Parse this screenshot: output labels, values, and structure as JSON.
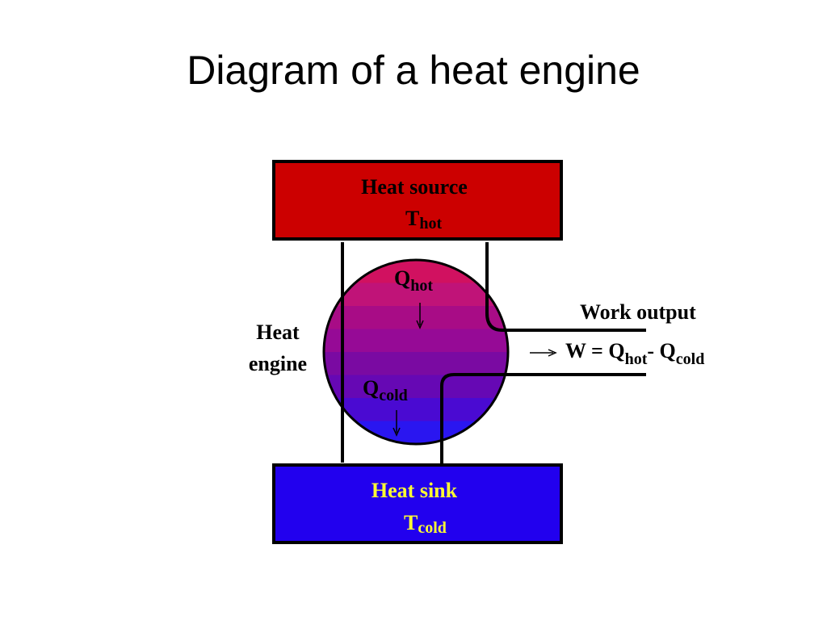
{
  "title": "Diagram of a heat engine",
  "colors": {
    "source_fill": "#cc0000",
    "sink_fill": "#2200ee",
    "sink_text": "#ffff33",
    "line": "#000000",
    "engine_bands": [
      "#d11160",
      "#c01378",
      "#a80c86",
      "#960a96",
      "#7a0aa2",
      "#6608b4",
      "#4a0ad2",
      "#2a16f0"
    ]
  },
  "heat_source": {
    "label": "Heat source",
    "temp_symbol": "T",
    "temp_sub": "hot"
  },
  "heat_sink": {
    "label": "Heat sink",
    "temp_symbol": "T",
    "temp_sub": "cold"
  },
  "heat_engine": {
    "line1": "Heat",
    "line2": "engine"
  },
  "q_hot": {
    "symbol": "Q",
    "sub": "hot"
  },
  "q_cold": {
    "symbol": "Q",
    "sub": "cold"
  },
  "work_output": {
    "label": "Work output",
    "equation_start": "W = Q",
    "sub_hot": "hot",
    "minus": "- Q",
    "sub_cold": "cold"
  }
}
